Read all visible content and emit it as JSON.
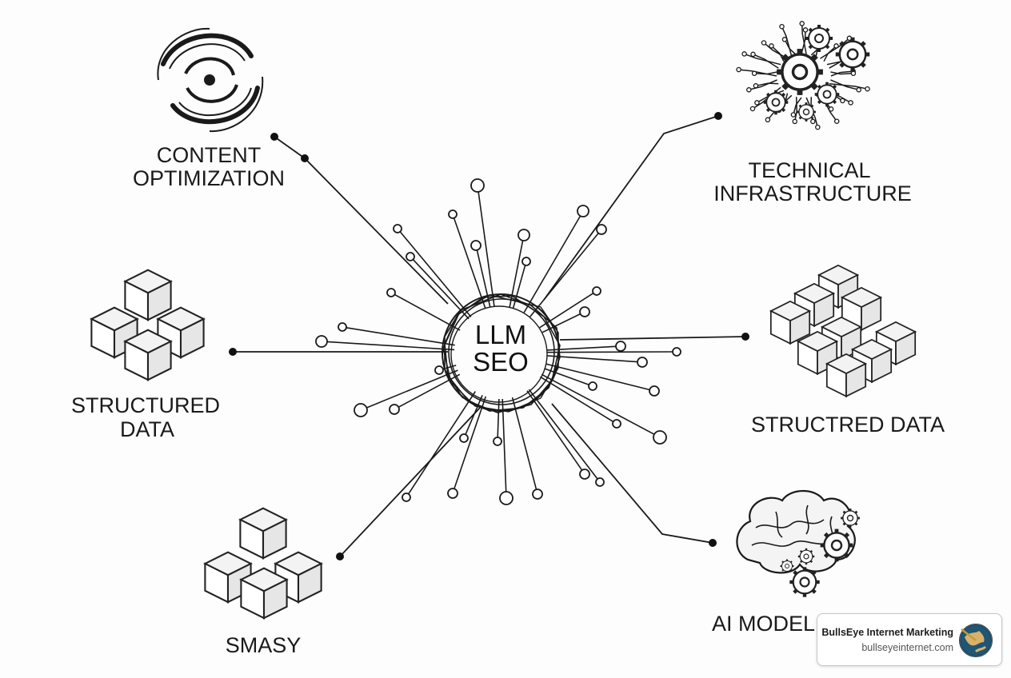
{
  "diagram": {
    "center_label": [
      "LLM",
      "SEO"
    ],
    "nodes": [
      {
        "id": "content-optimization",
        "label_lines": [
          "CONTENT",
          "OPTIMIZATION"
        ],
        "icon": "swirl-icon"
      },
      {
        "id": "technical-infrastructure",
        "label_lines": [
          "TECHNICAL",
          "INFRASTRUCTURE"
        ],
        "icon": "circuit-gears-icon"
      },
      {
        "id": "structured-data-left",
        "label_lines": [
          "STRUCTURED",
          "DATA"
        ],
        "icon": "cubes-icon"
      },
      {
        "id": "structured-data-right",
        "label_lines": [
          "STRUCTRED DATA"
        ],
        "icon": "cube-grid-icon"
      },
      {
        "id": "smasy",
        "label_lines": [
          "SMASY"
        ],
        "icon": "cubes-icon"
      },
      {
        "id": "ai-model",
        "label_lines": [
          "AI MODEL"
        ],
        "icon": "brain-gears-icon"
      }
    ]
  },
  "badge": {
    "title": "BullsEye Internet Marketing",
    "url": "bullseyeinternet.com",
    "icon": "globe-logo-icon"
  }
}
